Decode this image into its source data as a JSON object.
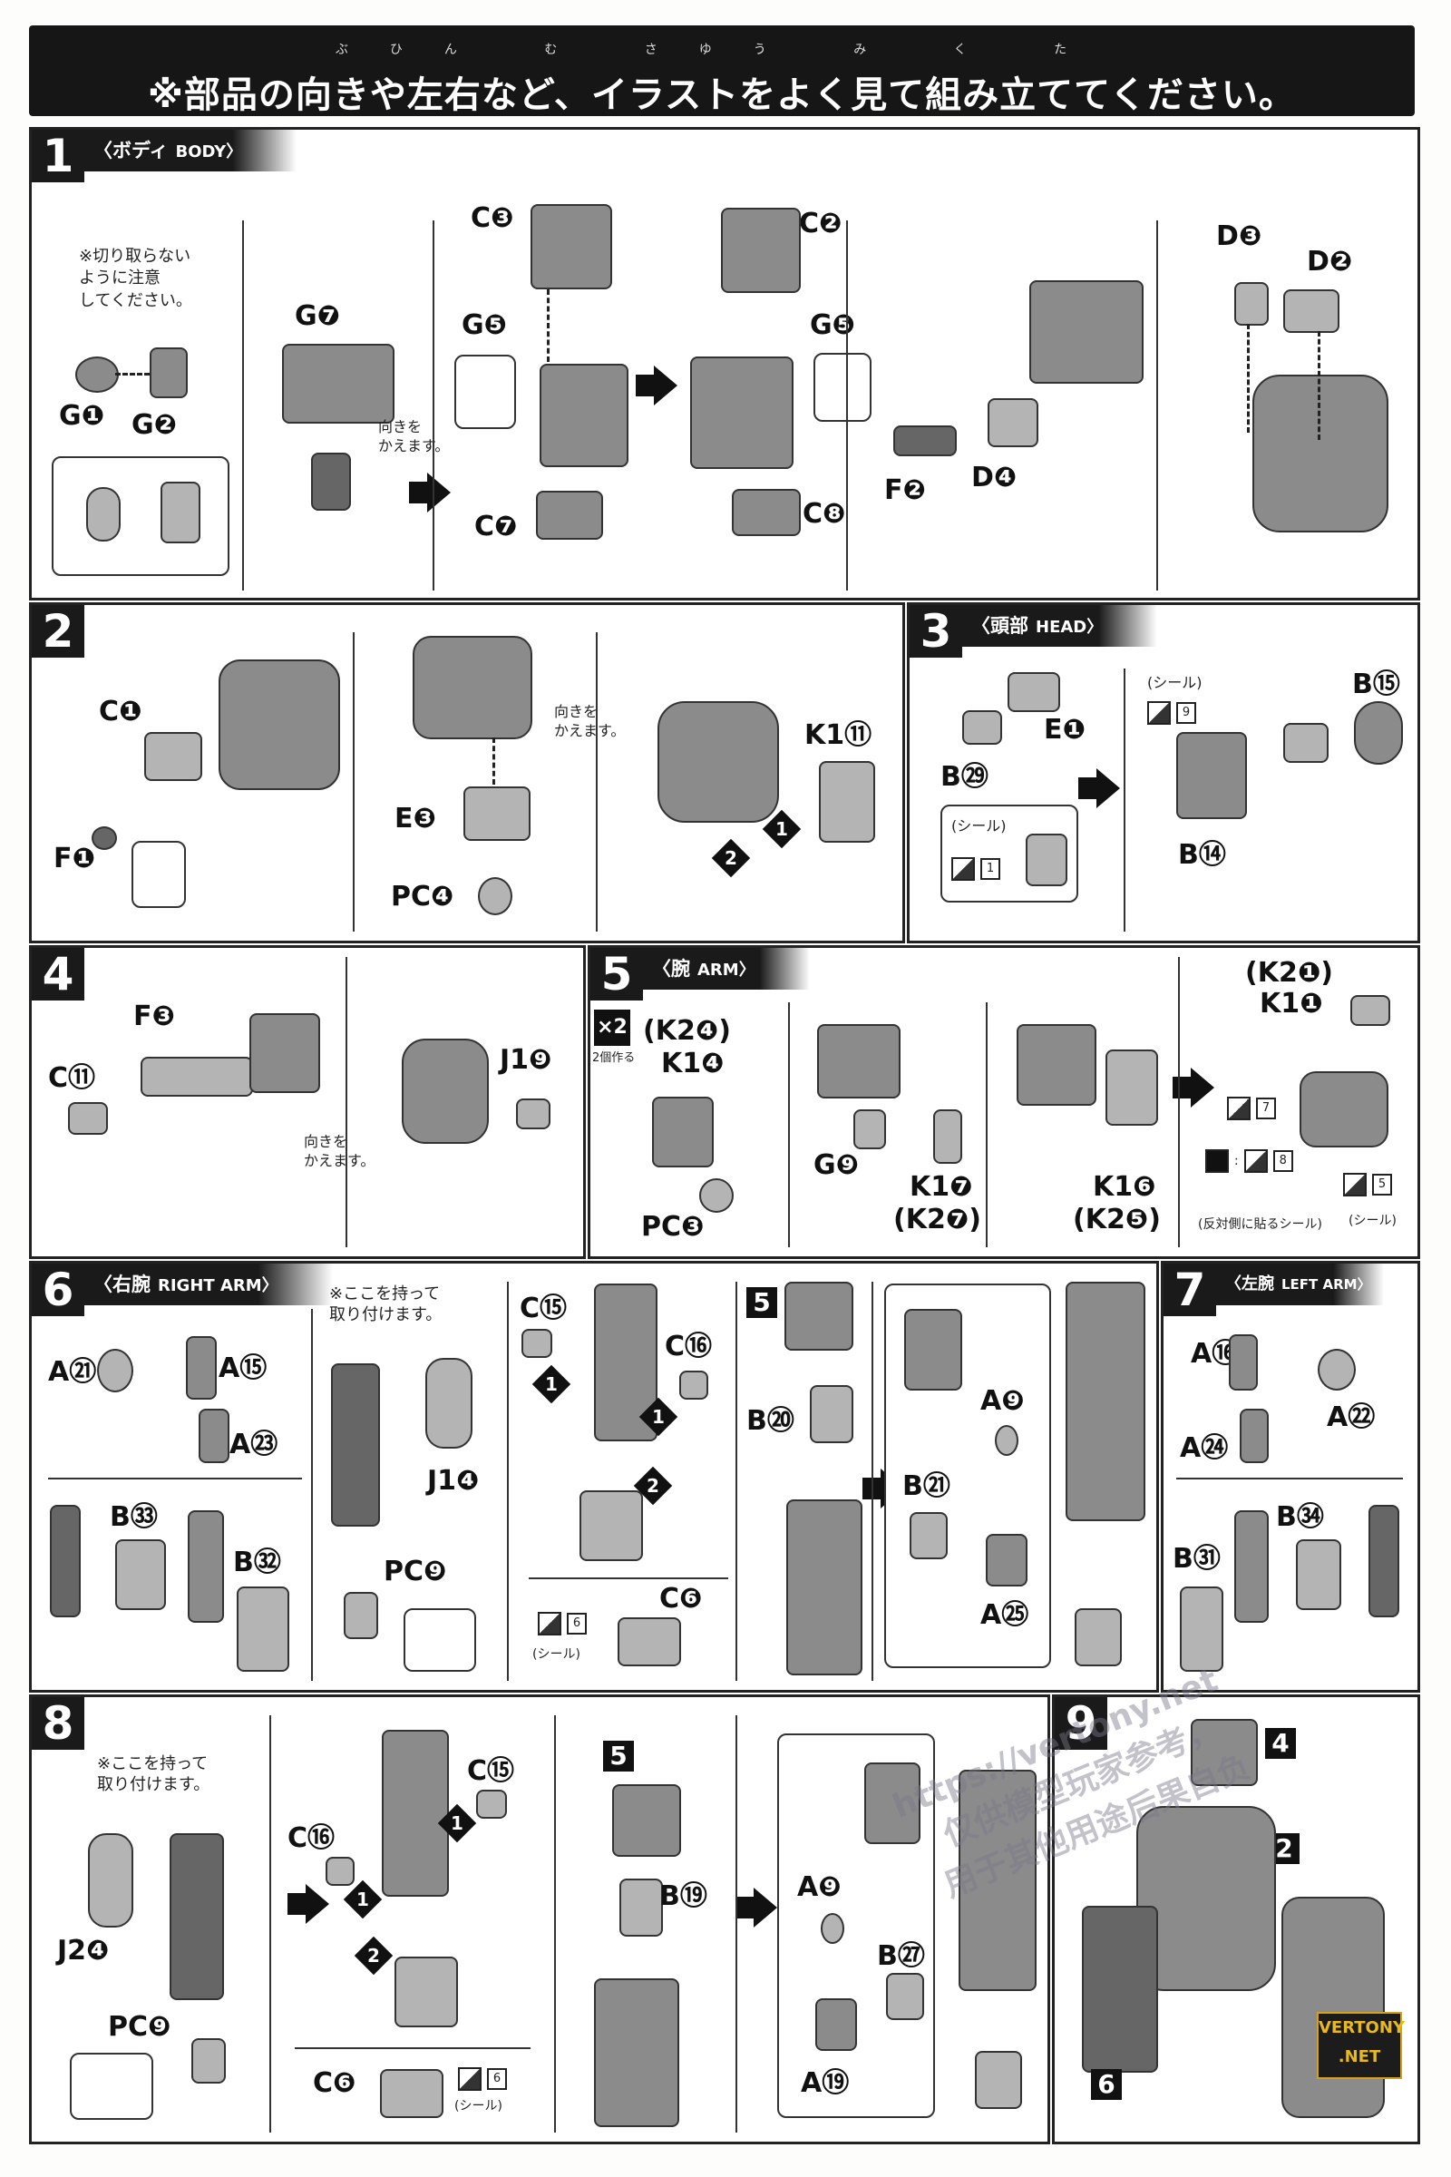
{
  "banner": {
    "text": "※部品の向きや左右など、イラストをよく見て組み立ててください。",
    "ruby": "ぶひん む さゆう み く た"
  },
  "common": {
    "turn_over": "向きを\nかえます。",
    "hold_here": "※ここを持って\n取り付けます。",
    "seal": "(シール)"
  },
  "step1": {
    "num": "1",
    "title": "〈ボディ",
    "title_en": "BODY〉",
    "note": "※切り取らない\nように注意\nしてください。",
    "parts": [
      "G❶",
      "G❷",
      "G❼",
      "C❸",
      "G❺",
      "C❼",
      "C❷",
      "G❺",
      "C❽",
      "F❷",
      "D❹",
      "D❸",
      "D❷"
    ]
  },
  "step2": {
    "num": "2",
    "parts": [
      "C❶",
      "F❶",
      "E❸",
      "PC❹",
      "K1⑪"
    ],
    "marks": [
      "1",
      "2"
    ]
  },
  "step3": {
    "num": "3",
    "title": "〈頭部",
    "title_en": "HEAD〉",
    "parts": [
      "E❶",
      "B㉙",
      "B⑮",
      "B⑭"
    ],
    "stickers": [
      "1",
      "9"
    ]
  },
  "step4": {
    "num": "4",
    "parts": [
      "F❸",
      "C⑪",
      "J1❾"
    ]
  },
  "step5": {
    "num": "5",
    "title": "〈腕",
    "title_en": "ARM〉",
    "x2": "×2",
    "x2_note": "2個作る",
    "parts": [
      "(K2❹)",
      "K1❹",
      "PC❸",
      "G❾",
      "K1❼",
      "(K2❼)",
      "K1❻",
      "(K2❺)",
      "(K2❶)",
      "K1❶"
    ],
    "stickers": [
      "7",
      "8",
      "5"
    ],
    "reverse_note": "(反対側に貼るシール)"
  },
  "step6": {
    "num": "6",
    "title": "〈右腕",
    "title_en": "RIGHT ARM〉",
    "parts": [
      "A㉑",
      "A⑮",
      "A㉓",
      "B㉝",
      "B㉜",
      "J1❹",
      "PC❾",
      "C⑮",
      "C⑯",
      "C❻",
      "B⑳",
      "A❾",
      "B㉑",
      "A㉕"
    ],
    "stickers": [
      "6"
    ]
  },
  "step7": {
    "num": "7",
    "title": "〈左腕",
    "title_en": "LEFT ARM〉",
    "parts": [
      "A⑯",
      "A㉒",
      "A㉔",
      "B㉛",
      "B㉞"
    ]
  },
  "step8": {
    "num": "8",
    "parts": [
      "J2❹",
      "PC❾",
      "C⑮",
      "C⑯",
      "C❻",
      "B⑲",
      "A❾",
      "B㉗",
      "A⑲"
    ],
    "stickers": [
      "6"
    ]
  },
  "step9": {
    "num": "9",
    "marks": [
      "4",
      "2",
      "6"
    ]
  },
  "watermark": {
    "line1": "https://vertony.net",
    "line2": "仅供模型玩家参考，",
    "line3": "用于其他用途后果自负",
    "logo": "VERTONY\n.NET"
  }
}
